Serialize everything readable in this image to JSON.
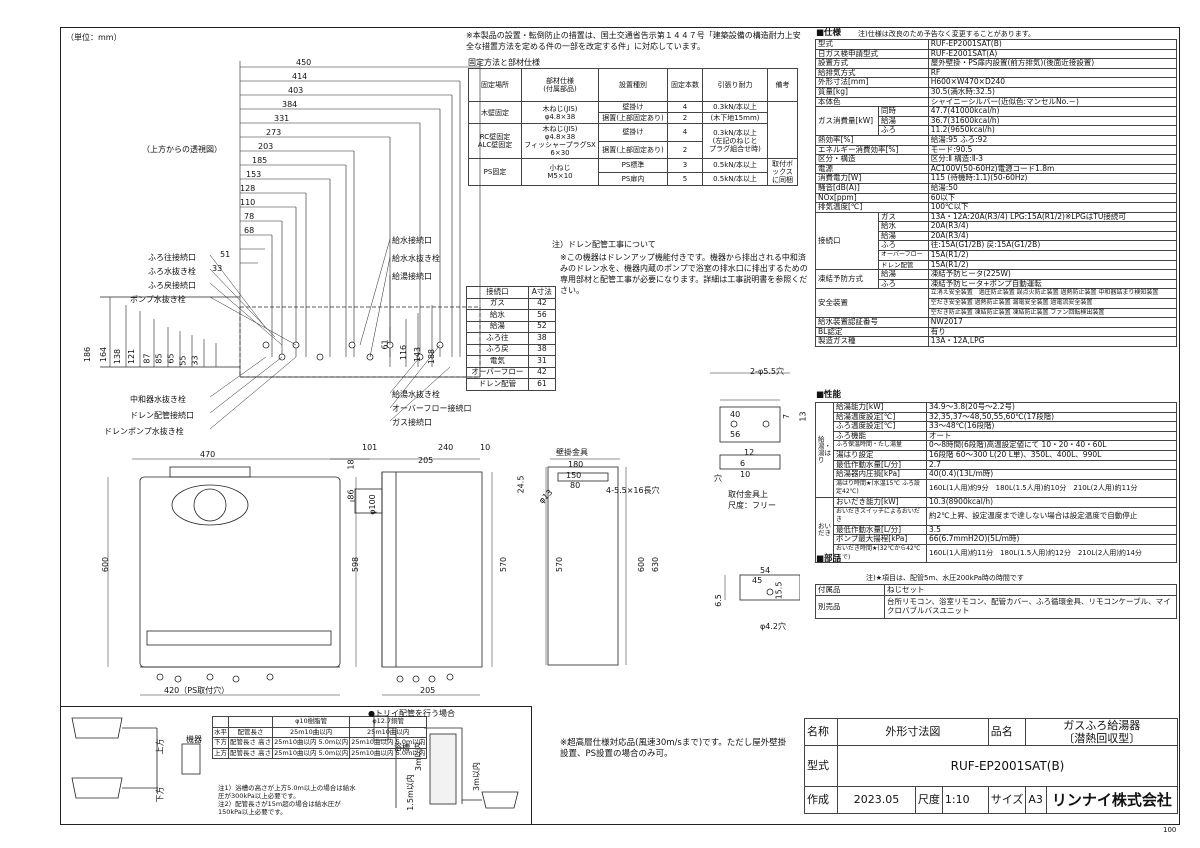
{
  "unit_label": "（単位：mm）",
  "top_view_label": "（上方からの透視図）",
  "install_note": "※本製品の設置・転倒防止の措置は、国土交通省告示第１４４７号「建築設備の構造耐力上安全な措置方法を定める件の一部を改定する件」に対応しています。",
  "fix_title": "固定方法と部材仕様",
  "fix_table": {
    "headers": [
      "固定場所",
      "部材仕様\n(付属部品)",
      "設置種別",
      "固定本数",
      "引張り耐力",
      "備考"
    ],
    "rows": [
      [
        "木壁固定",
        "木ねじ(JIS)\nφ4.8×38",
        "壁掛け",
        "4",
        "0.3kN/本以上",
        ""
      ],
      [
        "",
        "",
        "据置(上部固定あり)",
        "2",
        "(木下地15mm)",
        ""
      ],
      [
        "RC壁固定\nALC壁固定",
        "木ねじ(JIS)\nφ4.8×38\nフィッシャープラグSX\n6×30",
        "壁掛け",
        "4",
        "0.3kN/本以上\n(左記のねじと\nプラグ組合せ時)",
        ""
      ],
      [
        "",
        "",
        "据置(上部固定あり)",
        "2",
        "",
        ""
      ],
      [
        "PS固定",
        "小ねじ\nM5×10",
        "PS標準",
        "3",
        "0.5kN/本以上",
        "取付ボックス\nに同梱"
      ],
      [
        "",
        "",
        "PS扉内",
        "5",
        "0.5kN/本以上",
        ""
      ]
    ]
  },
  "drain_title": "注）ドレン配管工事について",
  "drain_note": "※この機器はドレンアップ機能付きです。機器から排出される中和済みのドレン水を、機器内蔵のポンプで浴室の排水口に排出するための専用部材と配管工事が必要になります。詳細は工事説明書を参照ください。",
  "joint_table": {
    "headers": [
      "接続口",
      "A寸法"
    ],
    "rows": [
      [
        "ガス",
        "42"
      ],
      [
        "給水",
        "56"
      ],
      [
        "給湯",
        "52"
      ],
      [
        "ふろ往",
        "38"
      ],
      [
        "ふろ戻",
        "38"
      ],
      [
        "電気",
        "31"
      ],
      [
        "オーバーフロー",
        "42"
      ],
      [
        "ドレン配管",
        "61"
      ]
    ]
  },
  "left_labels": [
    "ふろ往接続口",
    "ふろ水抜き栓",
    "ふろ戻接続口",
    "ポンプ水抜き栓",
    "中和器水抜き栓",
    "ドレン配管接続口",
    "ドレンポンプ水抜き栓"
  ],
  "right_labels": [
    "給水接続口",
    "給水水抜き栓",
    "給湯接続口",
    "給湯水抜き栓",
    "オーバーフロー接続口",
    "ガス接続口"
  ],
  "top_dims": [
    "450",
    "414",
    "403",
    "384",
    "331",
    "273",
    "203",
    "185",
    "153",
    "128",
    "110",
    "78",
    "68",
    "51",
    "33"
  ],
  "side_dims": [
    "186",
    "164",
    "138",
    "121",
    "87",
    "85",
    "65",
    "55",
    "33",
    "61",
    "116",
    "143",
    "188"
  ],
  "front_dims": {
    "width": "470",
    "height": "600",
    "inner": "598",
    "top": "18",
    "bottom": "420（PS取付穴）"
  },
  "side_view_dims": [
    "101",
    "240",
    "10",
    "205",
    "86",
    "φ100",
    "570",
    "205"
  ],
  "bracket": {
    "title": "壁掛金具",
    "dims": [
      "180",
      "150",
      "80",
      "24.5",
      "4-5.5×16長穴",
      "φ13",
      "600",
      "630",
      "570"
    ]
  },
  "fitting": {
    "title": "取付金具上",
    "scale": "尺度：フリー",
    "dims": [
      "2-φ5.5穴",
      "40",
      "56",
      "7",
      "13",
      "12",
      "6",
      "10",
      "穴"
    ]
  },
  "lower_fitting": {
    "dims": [
      "54",
      "45",
      "15.5",
      "6.5",
      "φ4.2穴"
    ]
  },
  "pipe_title": "●トリイ配管を行う場合",
  "pipe_table": {
    "headers": [
      "",
      "",
      "φ10樹脂管",
      "φ12.7銅管"
    ],
    "rows": [
      [
        "水平",
        "配管長さ",
        "25m10曲以内",
        "25m10曲以内"
      ],
      [
        "下方",
        "配管長さ 高さ",
        "25m10曲以内 5.0m以内",
        "25m10曲以内 5.0m以内"
      ],
      [
        "上方",
        "配管長さ 高さ",
        "25m10曲以内 5.0m以内",
        "25m10曲以内 5.0m以内"
      ]
    ],
    "notes": [
      "注1）浴槽の高さが上方5.0m以上の場合は給水圧が300kPa以上必要です。",
      "注2）配管長さが15m超の場合は給水圧が150kPa以上必要です。"
    ]
  },
  "pipe_labels": [
    "機器",
    "上方",
    "下方",
    "浴槽",
    "3m以内",
    "1.5m以内",
    "3m以内"
  ],
  "high_rise_note": "※超高層仕様対応品(風速30m/sまで)です。ただし屋外壁掛設置、PS設置の場合のみ可。",
  "spec": {
    "title": "■仕様",
    "title_note": "注)仕様は改良のため予告なく変更することがあります。",
    "rows": [
      [
        "型式",
        "",
        "RUF-EP2001SAT(B)"
      ],
      [
        "日ガス検申請型式",
        "",
        "RUF-E2001SAT(A)"
      ],
      [
        "設置方式",
        "",
        "屋外壁掛・PS扉内設置(前方排気)(後面近接設置)"
      ],
      [
        "給排気方式",
        "",
        "RF"
      ],
      [
        "外形寸法[mm]",
        "",
        "H600×W470×D240"
      ],
      [
        "質量[kg]",
        "",
        "30.5(満水時:32.5)"
      ],
      [
        "本体色",
        "",
        "シャイニーシルバー(近似色:マンセルNo.－)"
      ],
      [
        "ガス消費量[kW]",
        "同時",
        "47.7(41000kcal/h)"
      ],
      [
        "",
        "給湯",
        "36.7(31600kcal/h)"
      ],
      [
        "",
        "ふろ",
        "11.2(9650kcal/h)"
      ],
      [
        "熱効率[%]",
        "",
        "給湯:95 ふろ:92"
      ],
      [
        "エネルギー消費効率[%]",
        "",
        "モード:90.5"
      ],
      [
        "区分・構造",
        "",
        "区分:Ⅱ 構造:Ⅱ-3"
      ],
      [
        "電源",
        "",
        "AC100V(50-60Hz)電源コード1.8m"
      ],
      [
        "消費電力[W]",
        "",
        "115 (待機時:1.1)(50-60Hz)"
      ],
      [
        "騒音[dB(A)]",
        "",
        "給湯:50"
      ],
      [
        "NOx[ppm]",
        "",
        "60以下"
      ],
      [
        "排気温度[℃]",
        "",
        "100℃以下"
      ],
      [
        "接続口",
        "ガス",
        "13A・12A:20A(R3/4) LPG:15A(R1/2)※LPGはTU接続可"
      ],
      [
        "",
        "給水",
        "20A(R3/4)"
      ],
      [
        "",
        "給湯",
        "20A(R3/4)"
      ],
      [
        "",
        "ふろ",
        "往:15A(G1/2B) 戻:15A(G1/2B)"
      ],
      [
        "",
        "オーバーフロー",
        "15A(R1/2)"
      ],
      [
        "",
        "ドレン配管",
        "15A(R1/2)"
      ],
      [
        "凍結予防方式",
        "給湯",
        "凍結予防ヒータ(225W)"
      ],
      [
        "",
        "ふろ",
        "凍結予防ヒータ+ポンプ自動運転"
      ],
      [
        "安全装置",
        "",
        "立消え安全装置　過圧防止装置 誤点火防止装置 過熱防止装置 中和器詰まり検知装置"
      ],
      [
        "",
        "",
        "空だき安全装置 過熱防止装置 漏電安全装置 過電流安全装置"
      ],
      [
        "",
        "",
        "空だき防止装置 凍結防止装置 凍結防止装置 ファン回転検出装置"
      ],
      [
        "給水装置認証番号",
        "",
        "NW2017"
      ],
      [
        "BL認定",
        "",
        "有り"
      ],
      [
        "製造ガス種",
        "",
        "13A・12A,LPG"
      ]
    ]
  },
  "perf": {
    "title": "■性能",
    "rows": [
      [
        "給湯能力[kW]",
        "34.9～3.8(20号～2.2号)"
      ],
      [
        "給湯温度設定[℃]",
        "32,35,37～48,50,55,60℃(17段階)"
      ],
      [
        "ふろ温度設定[℃]",
        "33～48℃(16段階)"
      ],
      [
        "ふろ機能",
        "オート"
      ],
      [
        "ふろ保温時間・たし湯量",
        "0～8時間(6段階)高温設定値にて 10・20・40・60L"
      ],
      [
        "湯はり設定",
        "16段階 60～300 L(20 L単)、350L、400L、990L"
      ],
      [
        "最低作動水量[L/分]",
        "2.7"
      ],
      [
        "給湯器内圧損[kPa]",
        "40(0.4)(13L/m時)"
      ],
      [
        "湯はり時間★(水温15℃ ふろ設定42℃)",
        "160L(1人用)約9分　180L(1.5人用)約10分　210L(2人用)約11分"
      ],
      [
        "おいだき能力[kW]",
        "10.3(8900kcal/h)"
      ],
      [
        "おいだきスイッチによるおいだき",
        "約2℃上昇、設定温度まで達しない場合は設定温度で自動停止"
      ],
      [
        "最低作動水量[L/分]",
        "3.5"
      ],
      [
        "ポンプ最大揚程[kPa]",
        "66(6.7mmH2O)(5L/m時)"
      ],
      [
        "おいだき時間★(32℃から42℃まで)",
        "160L(1人用)約11分　180L(1.5人用)約12分　210L(2人用)約14分"
      ]
    ],
    "note": "注)★項目は、配管5m、水圧200kPa時の時間です",
    "group_labels": [
      "給湯・湯はり",
      "おいだき"
    ]
  },
  "parts": {
    "title": "■部品",
    "rows": [
      [
        "付属品",
        "ねじセット"
      ],
      [
        "別売品",
        "台所リモコン、浴室リモコン、配管カバー、ふろ循環金具、リモコンケーブル、マイクロバブルバスユニット"
      ]
    ]
  },
  "title_block": {
    "name_label": "名称",
    "name_value": "外形寸法図",
    "item_label": "品名",
    "item_value1": "ガスふろ給湯器",
    "item_value2": "〔潜熱回収型〕",
    "model_label": "型式",
    "model_value": "RUF-EP2001SAT(B)",
    "made_label": "作成",
    "made_value": "2023.05",
    "scale_label": "尺度",
    "scale_value": "1:10",
    "size_label": "サイズ",
    "size_value": "A3",
    "company": "リンナイ株式会社"
  },
  "page_number": "100"
}
